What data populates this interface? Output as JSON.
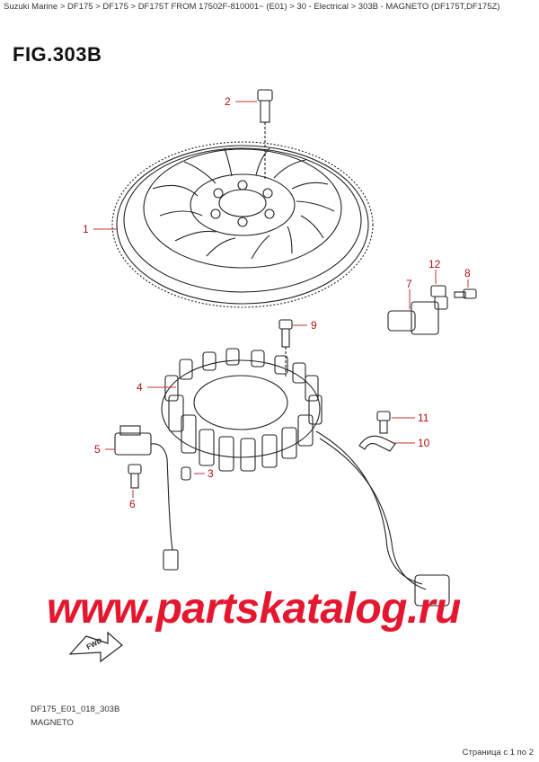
{
  "breadcrumb": "Suzuki Marine > DF175 > DF175 > DF175T FROM 17502F-810001~ (E01) > 30 - Electrical > 303B - MAGNETO (DF175T,DF175Z)",
  "figure_title": "FIG.303B",
  "drawing_code": "DF175_E01_018_303B",
  "caption": "MAGNETO",
  "pager": "Страница с 1 по 2",
  "watermark": "www.partskatalog.ru",
  "fwd_label": "FWD",
  "callouts": {
    "c1": "1",
    "c2": "2",
    "c3": "3",
    "c4": "4",
    "c5": "5",
    "c6": "6",
    "c7": "7",
    "c8": "8",
    "c9": "9",
    "c10": "10",
    "c11": "11",
    "c12": "12"
  },
  "colors": {
    "callout": "#b01010",
    "watermark": "#e5172f"
  }
}
